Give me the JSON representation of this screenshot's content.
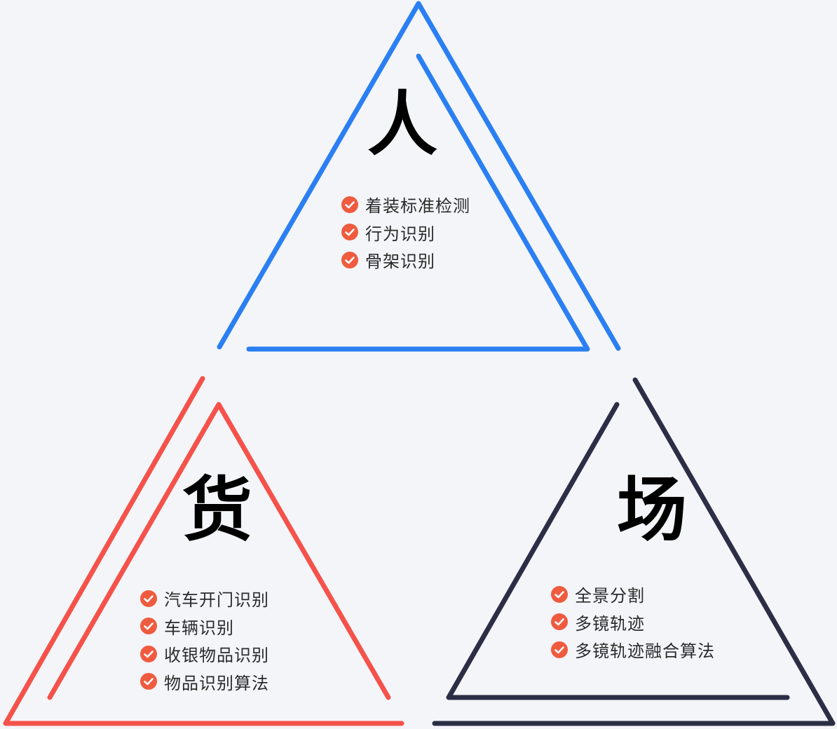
{
  "colors": {
    "background": "#f4f5f9",
    "people": "#2a7ff2",
    "goods": "#f4524a",
    "place": "#2b2e45",
    "check": "#ef5b3f",
    "text": "#2b2b2b"
  },
  "people": {
    "title": "人",
    "items": [
      {
        "label": "着装标准检测",
        "icon": "check-circle-icon"
      },
      {
        "label": "行为识别",
        "icon": "check-circle-icon"
      },
      {
        "label": "骨架识别",
        "icon": "check-circle-icon"
      }
    ]
  },
  "goods": {
    "title": "货",
    "items": [
      {
        "label": "汽车开门识别",
        "icon": "check-circle-icon"
      },
      {
        "label": "车辆识别",
        "icon": "check-circle-icon"
      },
      {
        "label": "收银物品识别",
        "icon": "check-circle-icon"
      },
      {
        "label": "物品识别算法",
        "icon": "check-circle-icon"
      }
    ]
  },
  "place": {
    "title": "场",
    "items": [
      {
        "label": "全景分割",
        "icon": "check-circle-icon"
      },
      {
        "label": "多镜轨迹",
        "icon": "check-circle-icon"
      },
      {
        "label": "多镜轨迹融合算法",
        "icon": "check-circle-icon"
      }
    ]
  }
}
